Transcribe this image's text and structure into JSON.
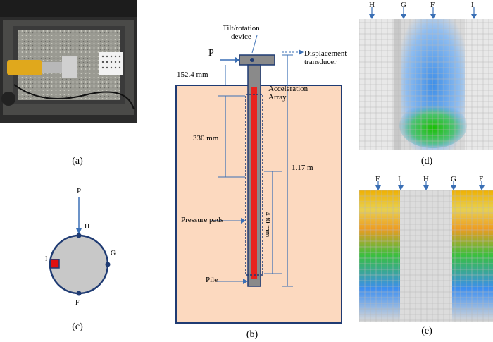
{
  "captions": {
    "a": "(a)",
    "b": "(b)",
    "c": "(c)",
    "d": "(d)",
    "e": "(e)"
  },
  "panel_b": {
    "load": "P",
    "tilt_device": "Tilt/rotation\ndevice",
    "displacement": "Displacement\ntransducer",
    "acceleration": "Acceleration\nArray",
    "dim_top": "152.4 mm",
    "dim_330": "330 mm",
    "dim_total": "1.17 m",
    "dim_430": "430 mm",
    "pressure_pads": "Pressure pads",
    "pile": "Pile",
    "colors": {
      "soil": "#fcd9bf",
      "pile": "#8a8a8a",
      "array": "#e8231e",
      "outline": "#1f3b73",
      "arrow": "#3a6fb5"
    }
  },
  "panel_c": {
    "load": "P",
    "h": "H",
    "g": "G",
    "f": "F",
    "i": "I",
    "colors": {
      "pile": "#c8c8c8",
      "edge": "#1f3b73",
      "sensor": "#e01010"
    }
  },
  "panel_d": {
    "labels": [
      "H",
      "G",
      "F",
      "I"
    ]
  },
  "panel_e": {
    "labels": [
      "F",
      "I",
      "H",
      "G",
      "F"
    ]
  },
  "panel_a": {
    "image": "photo-of-test-setup"
  }
}
